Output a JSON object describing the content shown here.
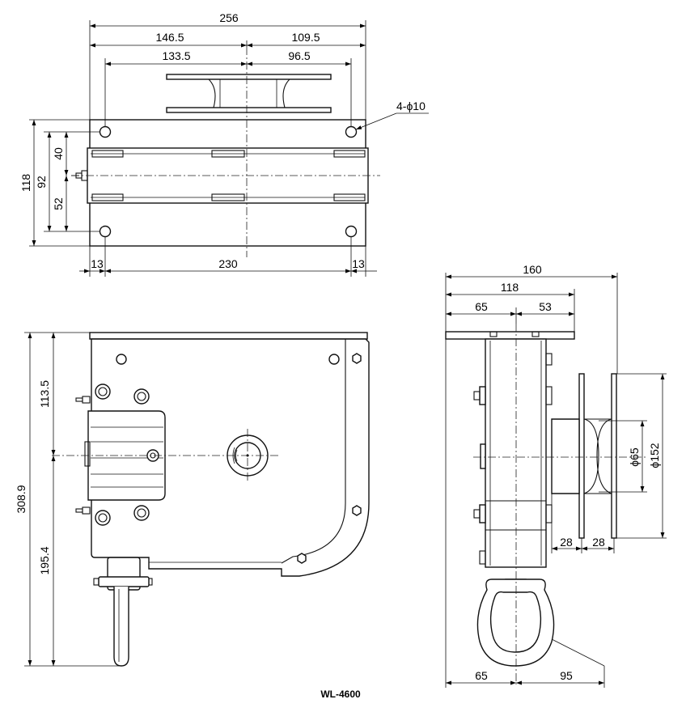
{
  "model": "WL-4600",
  "top_view": {
    "dims": {
      "overall_width": "256",
      "left_part": "146.5",
      "right_part": "109.5",
      "hole_left": "133.5",
      "hole_right": "96.5",
      "holes": "4-ϕ10",
      "depth": "118",
      "hole_spacing": "92",
      "upper_offset": "40",
      "lower_offset": "52",
      "edge_left": "13",
      "hole_pitch": "230",
      "edge_right": "13"
    }
  },
  "front_view": {
    "dims": {
      "overall_height": "308.9",
      "upper": "113.5",
      "lower": "195.4"
    }
  },
  "side_view": {
    "dims": {
      "overall_width": "160",
      "plate_width": "118",
      "plate_left": "65",
      "plate_right": "53",
      "drum_diameter": "ϕ65",
      "flange_diameter": "ϕ152",
      "flange_w1": "28",
      "flange_w2": "28",
      "bottom_left": "65",
      "bottom_right": "95"
    }
  }
}
